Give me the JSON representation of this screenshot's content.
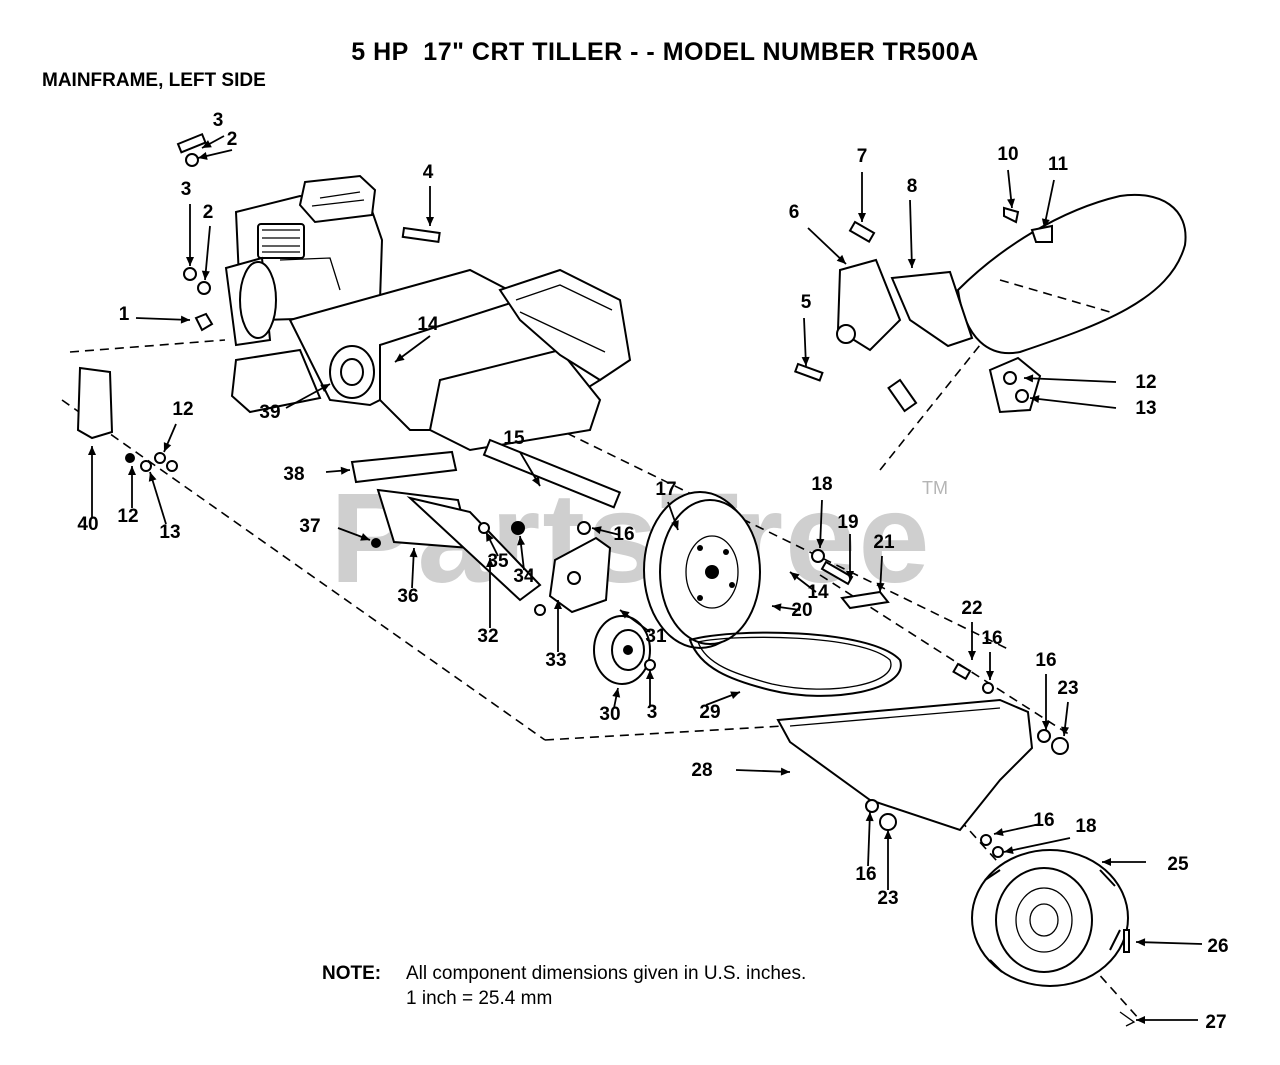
{
  "title": "5 HP  17\" CRT TILLER - - MODEL NUMBER TR500A",
  "subtitle": "MAINFRAME, LEFT SIDE",
  "note": {
    "label": "NOTE:",
    "line1": "All component dimensions given in U.S. inches.",
    "line2": "1 inch = 25.4 mm"
  },
  "watermark": {
    "text": "PartsTree",
    "tm": "TM"
  },
  "callouts": [
    {
      "label": "3"
    },
    {
      "label": "2"
    },
    {
      "label": "3"
    },
    {
      "label": "2"
    },
    {
      "label": "1"
    },
    {
      "label": "4"
    },
    {
      "label": "14"
    },
    {
      "label": "39"
    },
    {
      "label": "12"
    },
    {
      "label": "40"
    },
    {
      "label": "12"
    },
    {
      "label": "13"
    },
    {
      "label": "38"
    },
    {
      "label": "37"
    },
    {
      "label": "36"
    },
    {
      "label": "35"
    },
    {
      "label": "34"
    },
    {
      "label": "32"
    },
    {
      "label": "33"
    },
    {
      "label": "15"
    },
    {
      "label": "16"
    },
    {
      "label": "17"
    },
    {
      "label": "18"
    },
    {
      "label": "19"
    },
    {
      "label": "14"
    },
    {
      "label": "20"
    },
    {
      "label": "21"
    },
    {
      "label": "31"
    },
    {
      "label": "30"
    },
    {
      "label": "3"
    },
    {
      "label": "29"
    },
    {
      "label": "22"
    },
    {
      "label": "16"
    },
    {
      "label": "16"
    },
    {
      "label": "23"
    },
    {
      "label": "28"
    },
    {
      "label": "16"
    },
    {
      "label": "18"
    },
    {
      "label": "16"
    },
    {
      "label": "23"
    },
    {
      "label": "25"
    },
    {
      "label": "26"
    },
    {
      "label": "27"
    },
    {
      "label": "7"
    },
    {
      "label": "8"
    },
    {
      "label": "6"
    },
    {
      "label": "5"
    },
    {
      "label": "10"
    },
    {
      "label": "11"
    },
    {
      "label": "12"
    },
    {
      "label": "13"
    }
  ]
}
